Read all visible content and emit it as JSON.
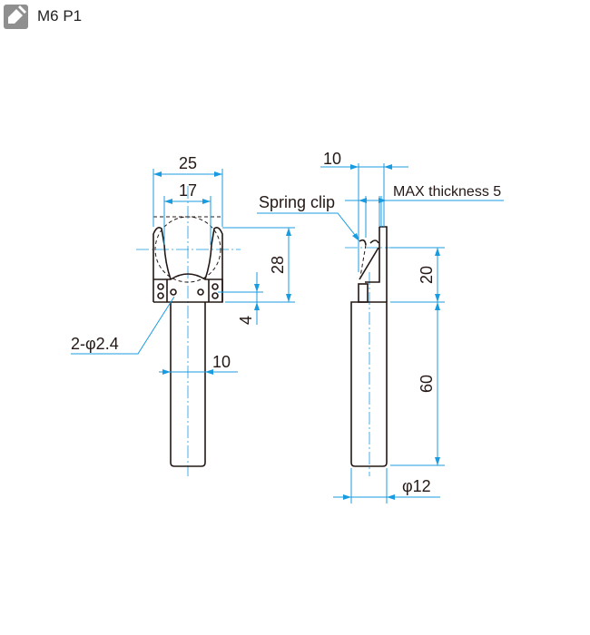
{
  "header": {
    "icon": "pencil-icon",
    "title": "M6 P1"
  },
  "drawing": {
    "front_view": {
      "width_outer": "25",
      "width_inner": "17",
      "height_arm": "28",
      "offset_hole": "4",
      "shaft_width": "10",
      "holes": "2-φ2.4"
    },
    "side_view": {
      "top_width": "10",
      "spring_clip": "Spring clip",
      "max_thickness": "MAX thickness 5",
      "height_clip": "20",
      "shaft_length": "60",
      "shaft_diameter": "φ12"
    }
  },
  "colors": {
    "dimension": "#1a9be0",
    "outline": "#231815"
  }
}
